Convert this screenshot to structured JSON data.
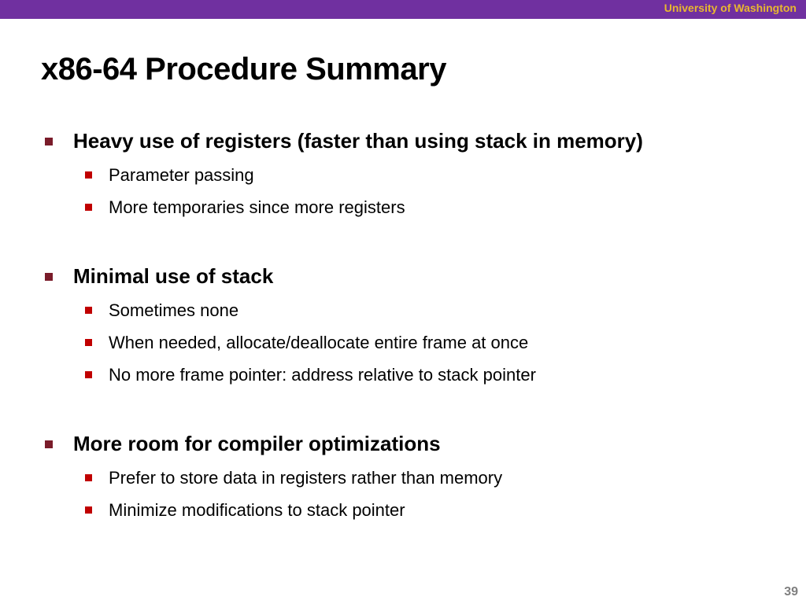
{
  "header": {
    "institution": "University of Washington"
  },
  "slide": {
    "title": "x86-64 Procedure Summary",
    "sections": [
      {
        "heading": "Heavy use of registers (faster than using stack in memory)",
        "items": [
          "Parameter passing",
          "More temporaries since more registers"
        ]
      },
      {
        "heading": "Minimal use of stack",
        "items": [
          "Sometimes none",
          "When needed, allocate/deallocate entire frame at once",
          "No more frame pointer: address relative to stack pointer"
        ]
      },
      {
        "heading": "More room for compiler optimizations",
        "items": [
          "Prefer to store data in registers rather than memory",
          "Minimize modifications to stack pointer"
        ]
      }
    ],
    "page_number": "39"
  },
  "colors": {
    "top_bar": "#7030a0",
    "institution_text": "#e8b730",
    "level1_bullet": "#7a1c2a",
    "level2_bullet": "#c00000"
  }
}
